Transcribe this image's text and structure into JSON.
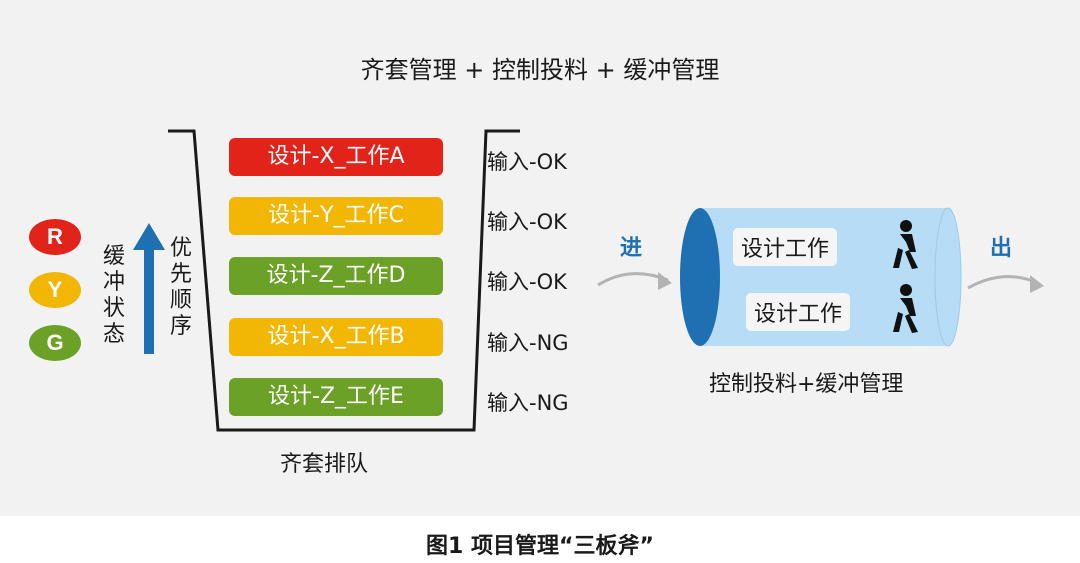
{
  "title": "齐套管理 + 控制投料 + 缓冲管理",
  "colors": {
    "red": "#e2231a",
    "yellow": "#f2b705",
    "green": "#6aa126",
    "blue": "#1f6fb3",
    "tube": "#b7dcf5",
    "tube_end": "#1f6fb3"
  },
  "buffer_states": [
    {
      "letter": "R",
      "color": "#e2231a"
    },
    {
      "letter": "Y",
      "color": "#f2b705"
    },
    {
      "letter": "G",
      "color": "#6aa126"
    }
  ],
  "buffer_state_label": "缓冲状态",
  "priority_label": "优先顺序",
  "queue": [
    {
      "label": "设计-X_工作A",
      "status": "输入-OK",
      "color": "#e2231a"
    },
    {
      "label": "设计-Y_工作C",
      "status": "输入-OK",
      "color": "#f2b705"
    },
    {
      "label": "设计-Z_工作D",
      "status": "输入-OK",
      "color": "#6aa126"
    },
    {
      "label": "设计-X_工作B",
      "status": "输入-NG",
      "color": "#f2b705"
    },
    {
      "label": "设计-Z_工作E",
      "status": "输入-NG",
      "color": "#6aa126"
    }
  ],
  "queue_label": "齐套排队",
  "in_label": "进",
  "out_label": "出",
  "pipeline_items": [
    "设计工作",
    "设计工作"
  ],
  "pipeline_label": "控制投料+缓冲管理",
  "caption": "图1  项目管理“三板斧”"
}
